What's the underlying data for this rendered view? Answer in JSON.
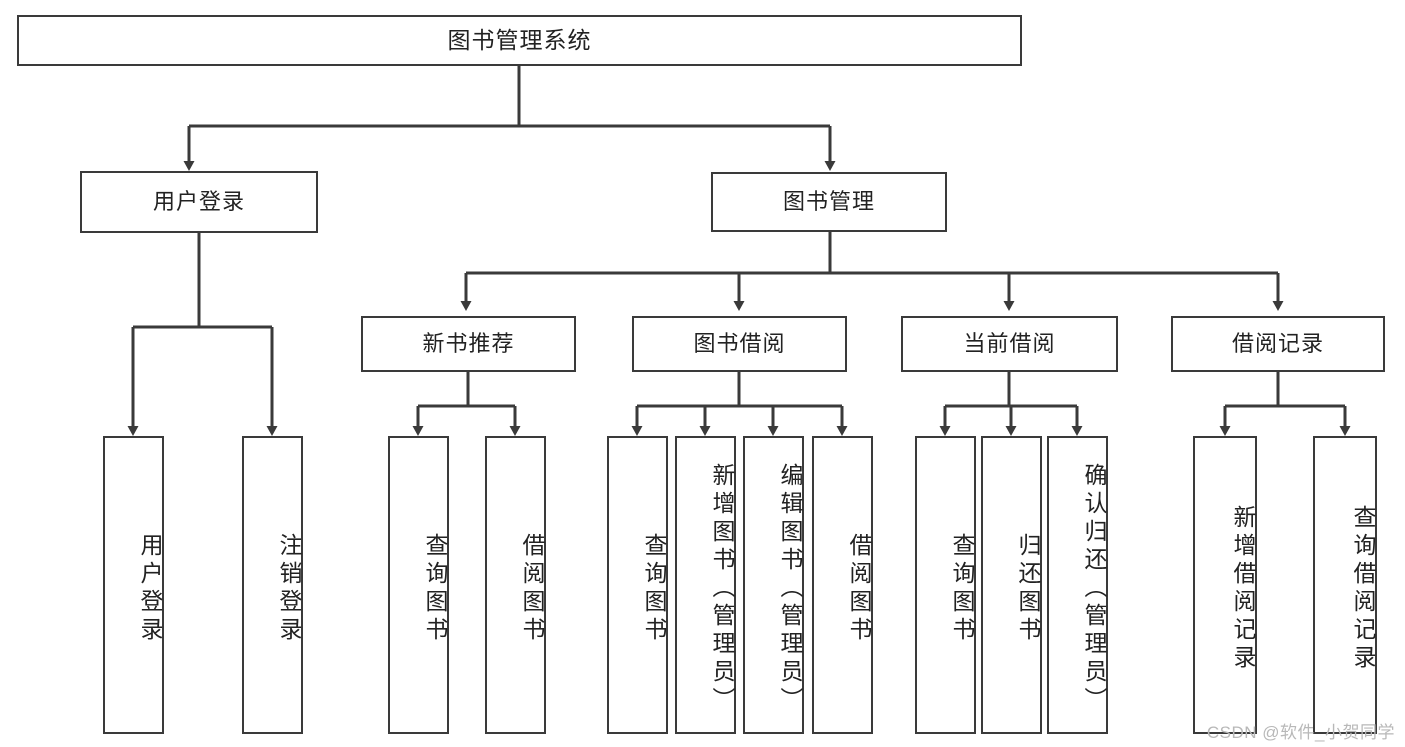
{
  "diagram": {
    "type": "tree-hierarchy",
    "title": "图书管理系统",
    "root": {
      "id": "root",
      "label": "图书管理系统"
    },
    "level2": [
      {
        "id": "user-login",
        "label": "用户登录"
      },
      {
        "id": "book-manage",
        "label": "图书管理"
      }
    ],
    "level3": [
      {
        "id": "new-book-rec",
        "label": "新书推荐"
      },
      {
        "id": "book-borrow",
        "label": "图书借阅"
      },
      {
        "id": "current-borrow",
        "label": "当前借阅"
      },
      {
        "id": "borrow-record",
        "label": "借阅记录"
      }
    ],
    "leaves": {
      "user_login": [
        {
          "id": "leaf-user-login",
          "label": "用户登录"
        },
        {
          "id": "leaf-logout-login",
          "label": "注销登录"
        }
      ],
      "new_book_rec": [
        {
          "id": "leaf-query-book-1",
          "label": "查询图书"
        },
        {
          "id": "leaf-borrow-book-1",
          "label": "借阅图书"
        }
      ],
      "book_borrow": [
        {
          "id": "leaf-query-book-2",
          "label": "查询图书"
        },
        {
          "id": "leaf-add-book",
          "label": "新增图书（管理员）"
        },
        {
          "id": "leaf-edit-book",
          "label": "编辑图书（管理员）"
        },
        {
          "id": "leaf-borrow-book-2",
          "label": "借阅图书"
        }
      ],
      "current_borrow": [
        {
          "id": "leaf-query-book-3",
          "label": "查询图书"
        },
        {
          "id": "leaf-return-book",
          "label": "归还图书"
        },
        {
          "id": "leaf-confirm-return",
          "label": "确认归还（管理员）"
        }
      ],
      "borrow_record": [
        {
          "id": "leaf-add-record",
          "label": "新增借阅记录"
        },
        {
          "id": "leaf-query-record",
          "label": "查询借阅记录"
        }
      ]
    }
  },
  "watermark": {
    "text": "CSDN @软件_小贺同学"
  },
  "colors": {
    "border": "#3a3a3a",
    "background": "#ffffff",
    "text": "#222222",
    "watermark": "#b8b8b8"
  }
}
